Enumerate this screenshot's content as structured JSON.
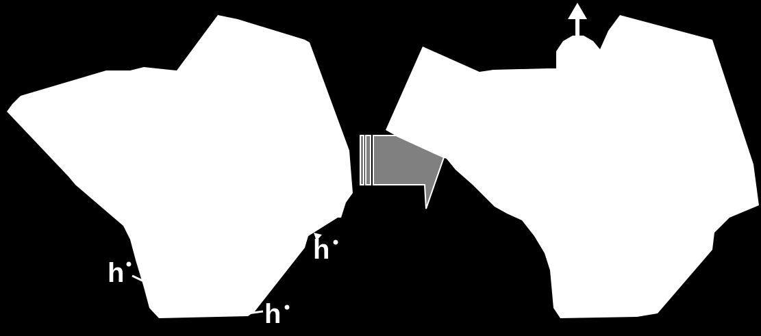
{
  "diagram": {
    "background_color": "#000000",
    "shape_fill": "#ffffff",
    "arrow_fill": "#808080",
    "arrow_stroke": "#ffffff",
    "labels": {
      "h_label_1": "h",
      "h_label_2": "h",
      "h_label_3": "h"
    }
  }
}
